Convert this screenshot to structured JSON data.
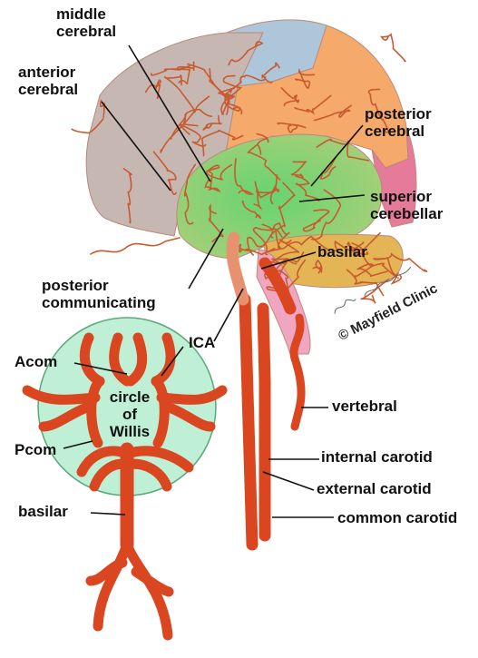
{
  "labels": {
    "middle_cerebral": [
      "middle",
      "cerebral"
    ],
    "anterior_cerebral": [
      "anterior",
      "cerebral"
    ],
    "posterior_cerebral": [
      "posterior",
      "cerebral"
    ],
    "superior_cerebellar": [
      "superior",
      "cerebellar"
    ],
    "basilar_upper": "basilar",
    "posterior_communicating": [
      "posterior",
      "communicating"
    ],
    "ica": "ICA",
    "acom": "Acom",
    "pcom": "Pcom",
    "circle_of_willis": [
      "circle",
      "of",
      "Willis"
    ],
    "basilar_lower": "basilar",
    "vertebral": "vertebral",
    "internal_carotid": "internal carotid",
    "external_carotid": "external carotid",
    "common_carotid": "common carotid"
  },
  "credit": {
    "copyright": "© Mayfield Clinic"
  },
  "colors": {
    "frontal": "#c7b7b3",
    "parietal_top": "#aec6d9",
    "parietal": "#f5a96b",
    "occipital": "#e57a9b",
    "temporal": "#a6cf79",
    "insula": "#5fd06b",
    "cerebellum": "#e3b554",
    "circle": "#bff0d5",
    "artery": "#d9461f",
    "artery_dark": "#a8321a"
  }
}
